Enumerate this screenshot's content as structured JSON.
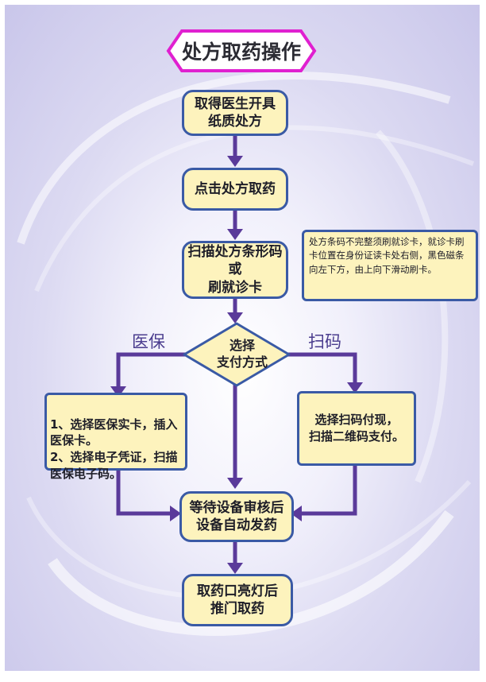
{
  "title": "处方取药操作",
  "steps": {
    "step1": "取得医生开具\n纸质处方",
    "step2": "点击处方取药",
    "step3": "扫描处方条形码\n或\n刷就诊卡",
    "decision": "选择\n支付方式",
    "wait": "等待设备审核后\n设备自动发药",
    "final": "取药口亮灯后\n推门取药"
  },
  "branches": {
    "left_label": "医保",
    "right_label": "扫码",
    "left_box": "1、选择医保实卡，插入医保卡。\n2、选择电子凭证，扫描医保电子码。",
    "right_box": "选择扫码付现，\n扫描二维码支付。"
  },
  "note": "处方条码不完整须刷就诊卡，就诊卡刷卡位置在身份证读卡处右侧，黑色磁条向左下方，由上向下滑动刷卡。",
  "colors": {
    "box_fill": "#fdf3bd",
    "box_border": "#3a5aa5",
    "arrow": "#5a3a9a",
    "title_border": "#e020d0"
  }
}
